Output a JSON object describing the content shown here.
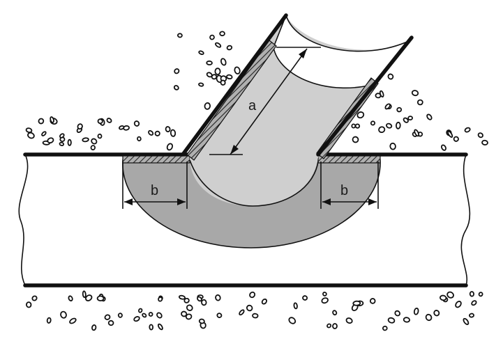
{
  "diagram": {
    "labels": {
      "a": "a",
      "b_left": "b",
      "b_right": "b"
    },
    "colors": {
      "background": "#ffffff",
      "outline": "#111111",
      "reinforcement_fill": "#a8a8a8",
      "branch_interior_fill": "#cfcfcf",
      "weld_fill": "#9a9a9a",
      "pipe_wall_fill": "#ffffff"
    }
  }
}
